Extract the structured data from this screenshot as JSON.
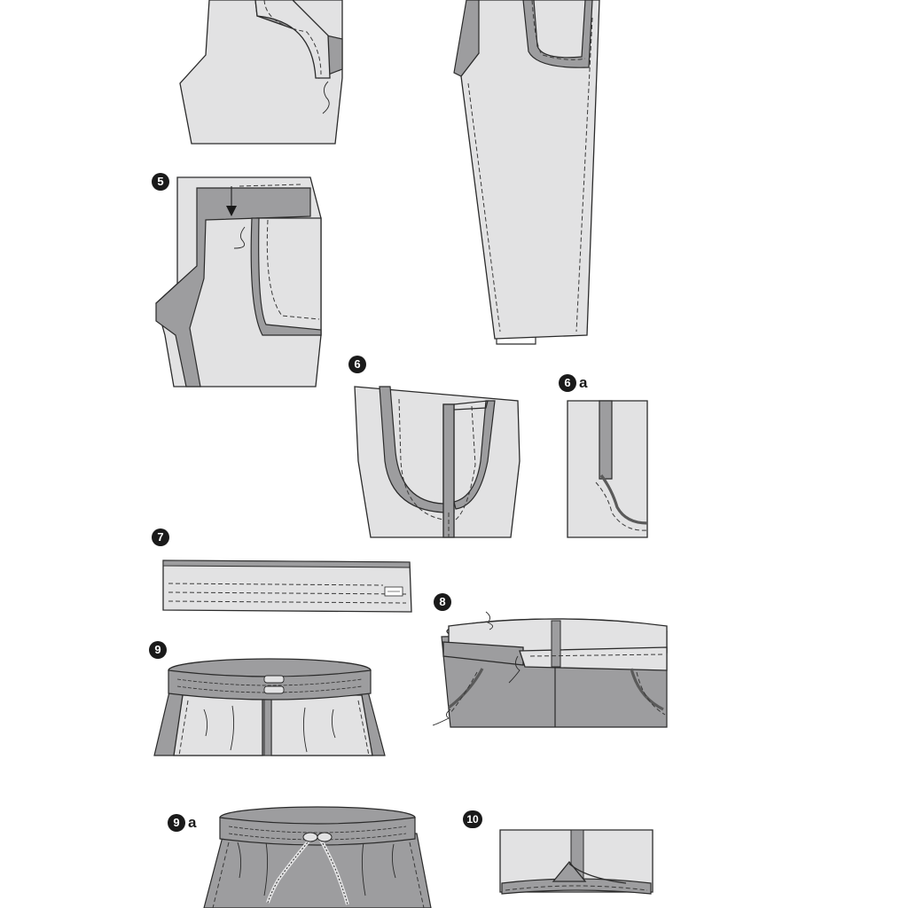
{
  "colors": {
    "fabric": "#e2e2e3",
    "facing": "#9d9d9f",
    "outline": "#2b2b2b",
    "badge": "#1a1a1a"
  },
  "steps": {
    "s5": "5",
    "s6": "6",
    "s6a_num": "6",
    "s6a_letter": "a",
    "s7": "7",
    "s8": "8",
    "s9": "9",
    "s9a_num": "9",
    "s9a_letter": "a",
    "s10": "10"
  }
}
